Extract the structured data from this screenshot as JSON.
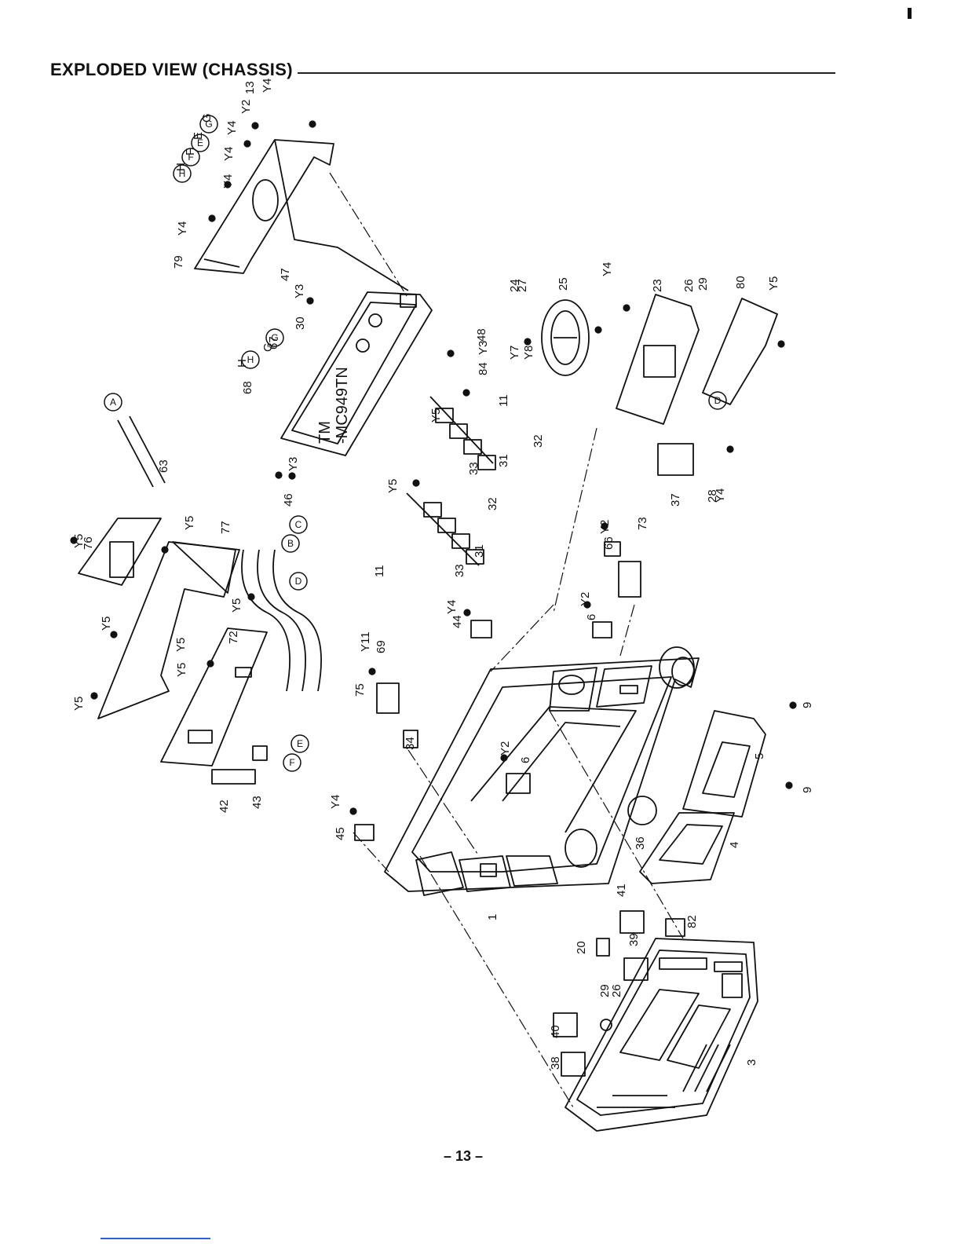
{
  "page": {
    "title": "EXPLODED  VIEW (CHASSIS)",
    "page_number": "– 13 –"
  },
  "board_label": {
    "line1": "TM",
    "line2": "-MC949TN"
  },
  "callouts": {
    "A": "A",
    "B": "B",
    "C": "C",
    "D": "D",
    "E": "E",
    "F": "F",
    "G": "G",
    "H": "H"
  },
  "parts": [
    "79",
    "Y4",
    "Y4",
    "H",
    "F",
    "E",
    "G",
    "Y4",
    "Y4",
    "Y2",
    "13",
    "Y4",
    "68",
    "H",
    "G",
    "67",
    "30",
    "Y3",
    "47",
    "48",
    "Y3",
    "84",
    "TM-MC949TN",
    "46",
    "Y3",
    "Y5",
    "11",
    "32",
    "31",
    "33",
    "Y5",
    "11",
    "32",
    "31",
    "33",
    "24",
    "27",
    "25",
    "Y7",
    "Y8",
    "Y4",
    "23",
    "26",
    "29",
    "80",
    "Y5",
    "D",
    "37",
    "28",
    "Y4",
    "A",
    "63",
    "Y5",
    "76",
    "Y5",
    "77",
    "C",
    "B",
    "D",
    "Y5",
    "72",
    "Y5",
    "Y5",
    "Y5",
    "Y5",
    "E",
    "F",
    "43",
    "42",
    "Y2",
    "66",
    "73",
    "Y4",
    "44",
    "Y2",
    "6",
    "Y11",
    "69",
    "75",
    "34",
    "Y2",
    "6",
    "Y4",
    "45",
    "36",
    "1",
    "9",
    "5",
    "9",
    "4",
    "41",
    "82",
    "20",
    "39",
    "29",
    "26",
    "40",
    "38",
    "3"
  ]
}
